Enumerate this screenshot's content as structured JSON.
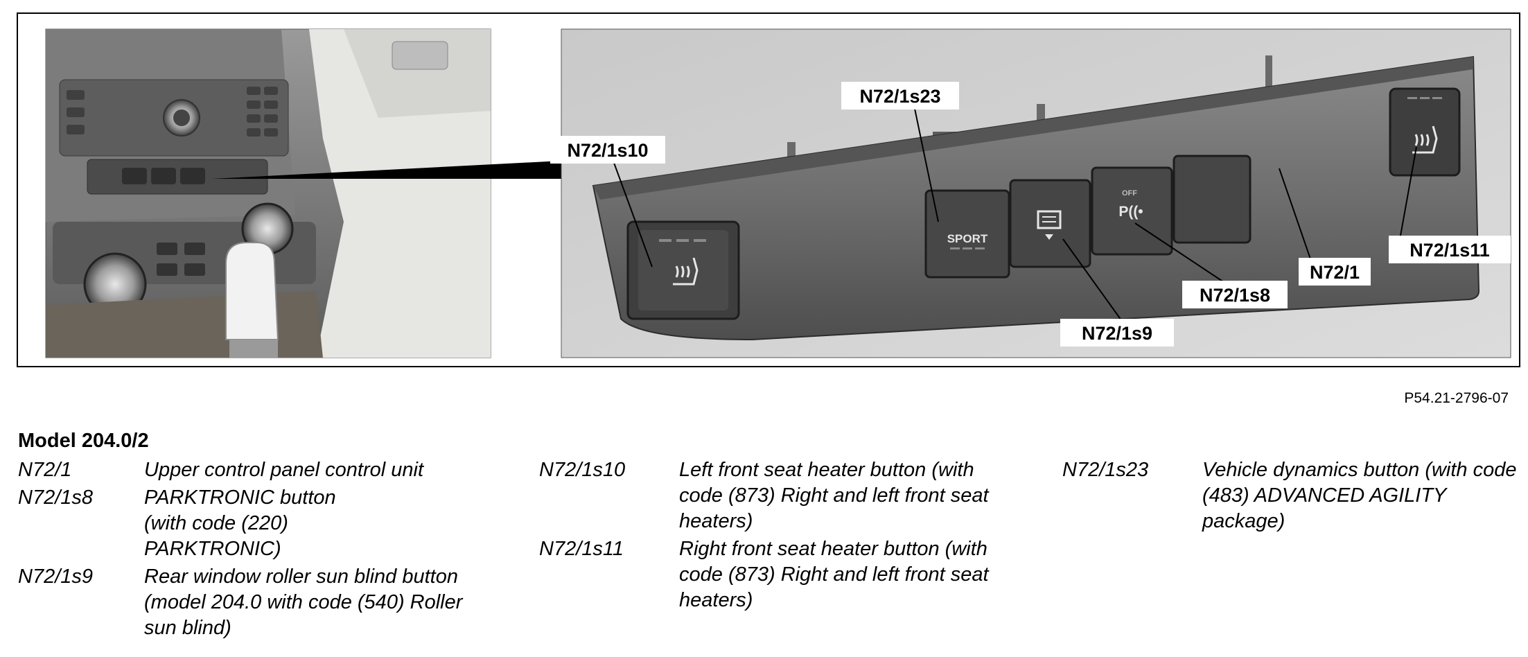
{
  "figure": {
    "callouts": {
      "s23": "N72/1s23",
      "s10": "N72/1s10",
      "unit": "N72/1",
      "s11": "N72/1s11",
      "s8": "N72/1s8",
      "s9": "N72/1s9"
    },
    "button_texts": {
      "sport": "SPORT",
      "off": "OFF",
      "parktronic": "P((•"
    }
  },
  "figure_code": "P54.21-2796-07",
  "model_title": "Model 204.0/2",
  "legend": [
    [
      {
        "code": "N72/1",
        "desc": "Upper control panel control unit"
      },
      {
        "code": "N72/1s8",
        "desc": "PARKTRONIC button (with code (220) PARKTRONIC)"
      },
      {
        "code": "N72/1s9",
        "desc": "Rear window roller sun blind button (model 204.0 with code (540) Roller sun blind)"
      }
    ],
    [
      {
        "code": "N72/1s10",
        "desc": "Left front seat heater button (with code (873) Right and left front seat heaters)"
      },
      {
        "code": "N72/1s11",
        "desc": "Right front seat heater button (with code (873) Right and left front seat heaters)"
      }
    ],
    [
      {
        "code": "N72/1s23",
        "desc": "Vehicle dynamics button (with code (483) ADVANCED AGILITY package)"
      }
    ]
  ]
}
